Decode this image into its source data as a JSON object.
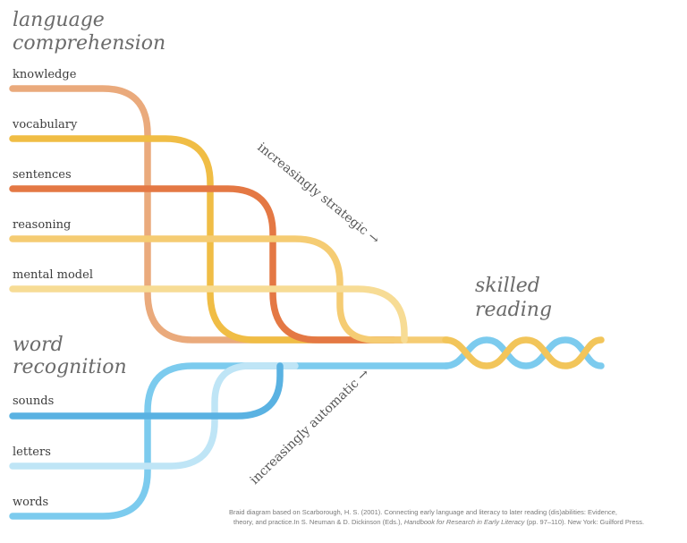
{
  "titles": {
    "language_1": "language",
    "language_2": "comprehension",
    "word_1": "word",
    "word_2": "recognition",
    "result_1": "skilled",
    "result_2": "reading"
  },
  "language_strands": {
    "knowledge": "knowledge",
    "vocabulary": "vocabulary",
    "sentences": "sentences",
    "reasoning": "reasoning",
    "mental_model": "mental model"
  },
  "word_strands": {
    "sounds": "sounds",
    "letters": "letters",
    "words": "words"
  },
  "annotations": {
    "strategic": "increasingly strategic →",
    "automatic": "increasingly automatic →"
  },
  "citation": {
    "line1": "Braid diagram based on Scarborough, H. S. (2001). Connecting early language and literacy to later reading (dis)abilities: Evidence,",
    "line2_start": "theory, and practice.In S. Neuman & D. Dickinson (Eds.), ",
    "line2_book": "Handbook for Research in Early Literacy",
    "line2_end": " (pp. 97–110). New York: Guilford Press."
  },
  "colors": {
    "knowledge": "#eaaa7c",
    "vocabulary": "#f0bd45",
    "sentences": "#e47844",
    "reasoning": "#f5cc73",
    "mental_model": "#f7dc95",
    "language_rope": "#f2c55a",
    "sounds": "#5ab2e2",
    "letters": "#bfe5f6",
    "words": "#7ccbee",
    "word_rope": "#7ccbee"
  }
}
